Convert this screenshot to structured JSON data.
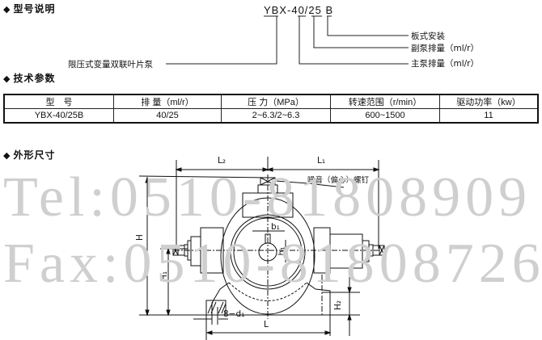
{
  "sections": {
    "model_desc": {
      "title": "型号说明",
      "bullet": "◆"
    },
    "tech_params": {
      "title": "技术参数",
      "bullet": "◆"
    },
    "dimensions": {
      "title": "外形尺寸",
      "bullet": "◆"
    }
  },
  "model_code": {
    "full": "YBX-40/25 B",
    "parts": [
      "YBX",
      "-40/",
      "25",
      " B"
    ],
    "callouts": [
      {
        "label": "板式安装",
        "target": "B"
      },
      {
        "label": "副泵排量（ml/r）",
        "target": "25"
      },
      {
        "label": "主泵排量（ml/r）",
        "target": "40"
      },
      {
        "label": "限压式变量双联叶片泵",
        "target": "YBX"
      }
    ]
  },
  "spec_table": {
    "headers": [
      "型　号",
      "排 量（ml/r）",
      "压 力（MPa）",
      "转速范围（r/min）",
      "驱动功率（kw）"
    ],
    "rows": [
      [
        "YBX-40/25B",
        "40/25",
        "2~6.3/2~6.3",
        "600~1500",
        "11"
      ]
    ]
  },
  "drawing": {
    "labels": {
      "L1": "L₁",
      "L2": "L₂",
      "L": "L",
      "H": "H",
      "H1": "H₁",
      "H2": "H₂",
      "h1": "h₁",
      "b1": "b₁",
      "holes": "8−d₁",
      "screw": "噪音（偏心）螺钉"
    }
  },
  "watermark": {
    "tel": "Tel:0510-81808909",
    "fax": "Fax:0510-81808726"
  }
}
